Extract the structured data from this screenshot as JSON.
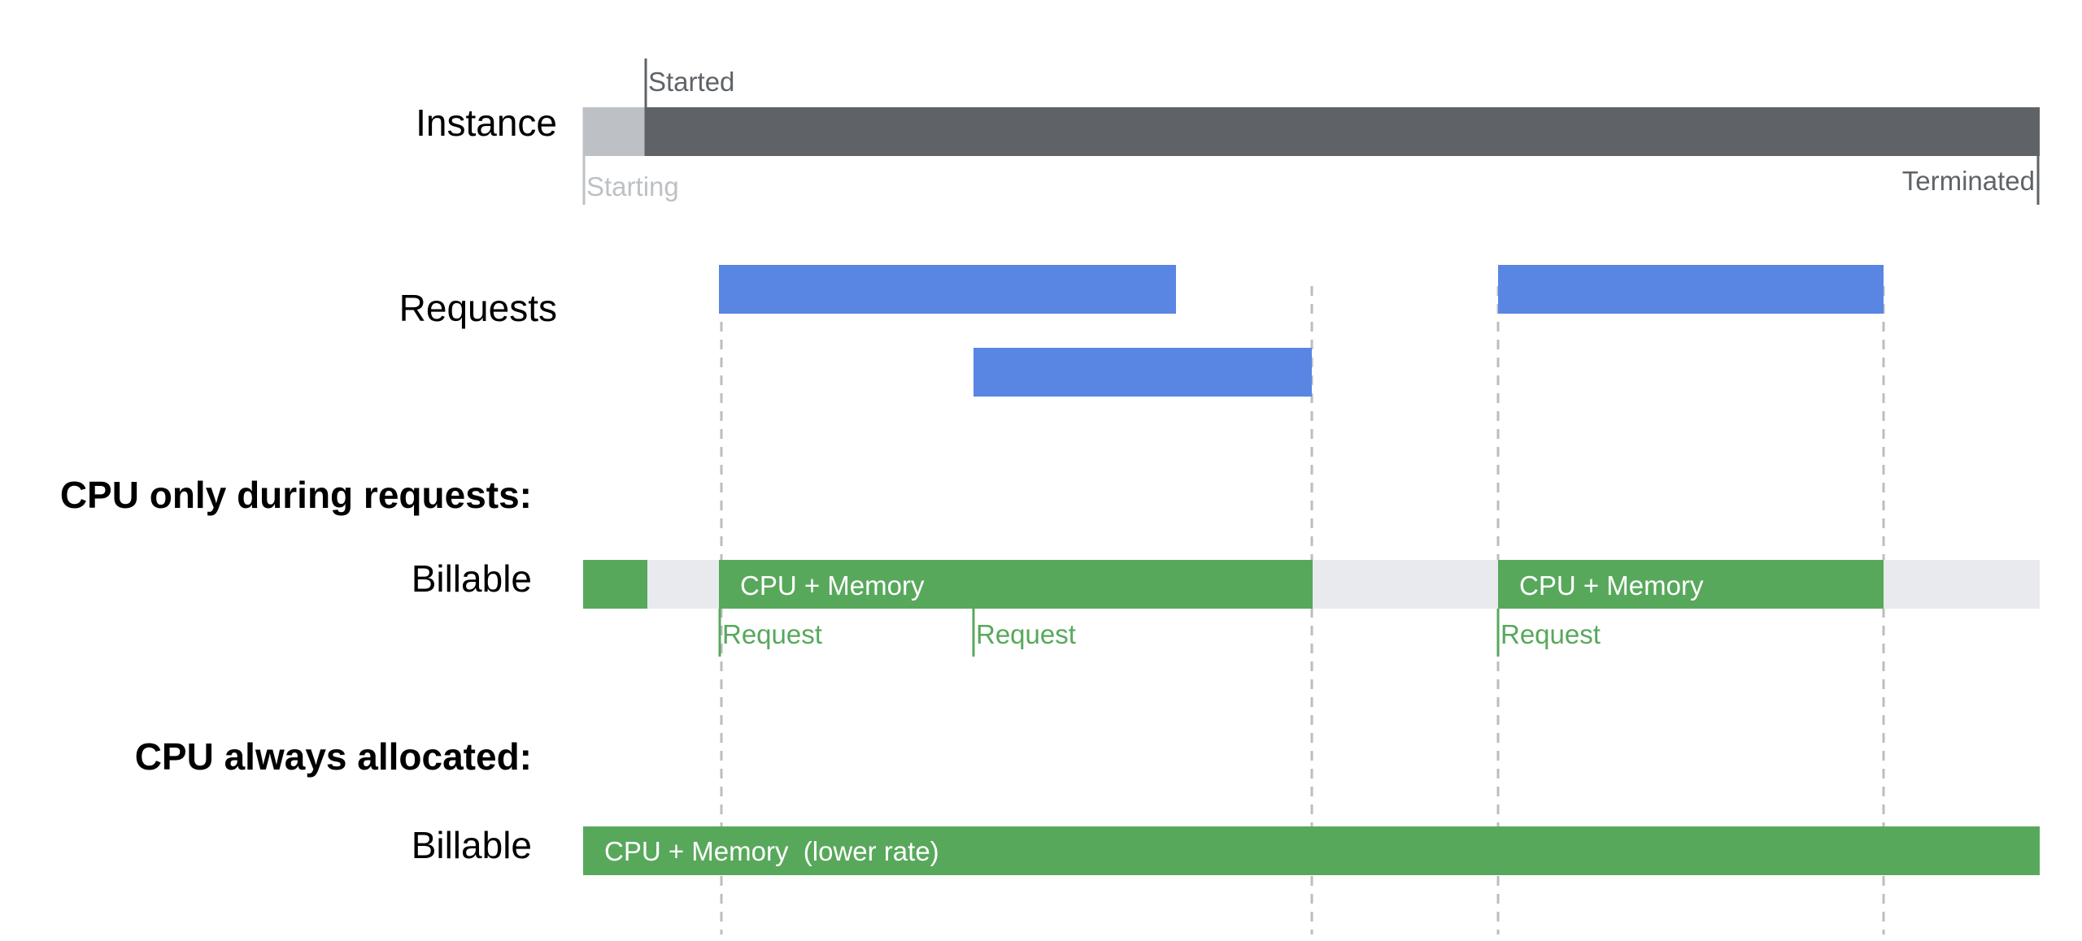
{
  "colors": {
    "instance_starting": "#bdc1c6",
    "instance_running": "#5f6368",
    "request": "#5a86e3",
    "billable": "#58a85c",
    "idle": "#e8eaed",
    "label_green": "#58a85c",
    "label_gray": "#5f6368",
    "label_light": "#bdc1c6",
    "guide": "#bdbdbd",
    "text": "#000000"
  },
  "instance": {
    "label": "Instance",
    "started_label": "Started",
    "starting_label": "Starting",
    "terminated_label": "Terminated"
  },
  "requests": {
    "label": "Requests"
  },
  "cpu_during_requests": {
    "heading": "CPU only during requests:",
    "billable_label": "Billable",
    "segment_label_1": "CPU + Memory",
    "segment_label_2": "CPU + Memory",
    "request_marker_1": "Request",
    "request_marker_2": "Request",
    "request_marker_3": "Request"
  },
  "cpu_always": {
    "heading": "CPU always allocated:",
    "billable_label": "Billable",
    "segment_label": "CPU + Memory  (lower rate)"
  }
}
